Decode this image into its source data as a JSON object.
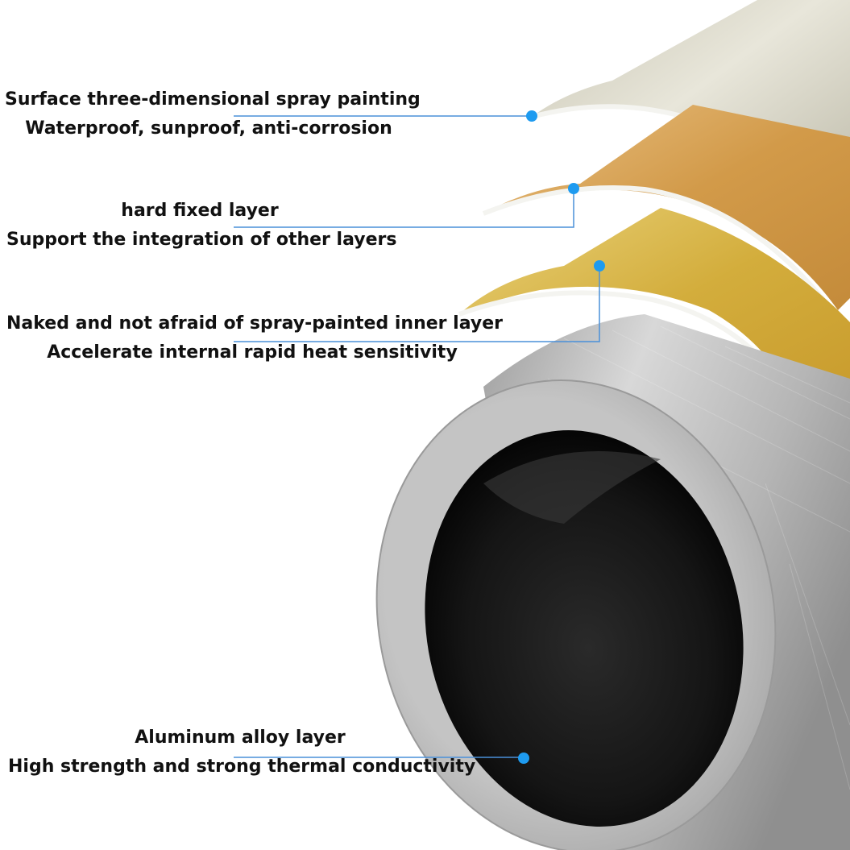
{
  "callouts": [
    {
      "title": "Surface three-dimensional spray painting",
      "subtitle": "Waterproof, sunproof, anti-corrosion"
    },
    {
      "title": "hard fixed layer",
      "subtitle": "Support the integration of other layers"
    },
    {
      "title": "Naked and not afraid of spray-painted inner layer",
      "subtitle": "Accelerate internal rapid heat sensitivity"
    },
    {
      "title": "Aluminum alloy layer",
      "subtitle": "High strength and strong thermal conductivity"
    }
  ],
  "colors": {
    "leader_line": "#4a90d9",
    "marker_dot": "#1e9bf0",
    "outer_paint_layer": "#d6d3c6",
    "fixed_layer": "#d9a85a",
    "inner_layer": "#d6b447",
    "aluminum": "#b8b8b8",
    "bore": "#151515"
  }
}
